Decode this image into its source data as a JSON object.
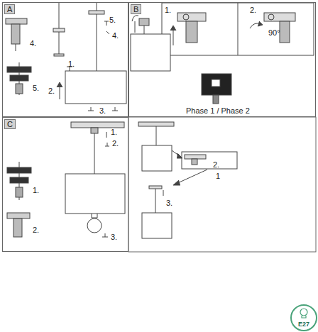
{
  "diagram": {
    "nodes": [
      {
        "text": [
          "A"
        ]
      },
      {
        "text": [
          "B"
        ]
      },
      {
        "text": [
          "C"
        ]
      },
      {
        "text": [
          "E27"
        ]
      }
    ],
    "labels": [
      "4.",
      "5.",
      "5.",
      "4.",
      "1.",
      "2.",
      "3.",
      "1.",
      "2.",
      "90°",
      "Phase 1 / Phase 2",
      "1.",
      "2.",
      "1.",
      "2.",
      "3.",
      "2.",
      "1",
      "3."
    ]
  }
}
